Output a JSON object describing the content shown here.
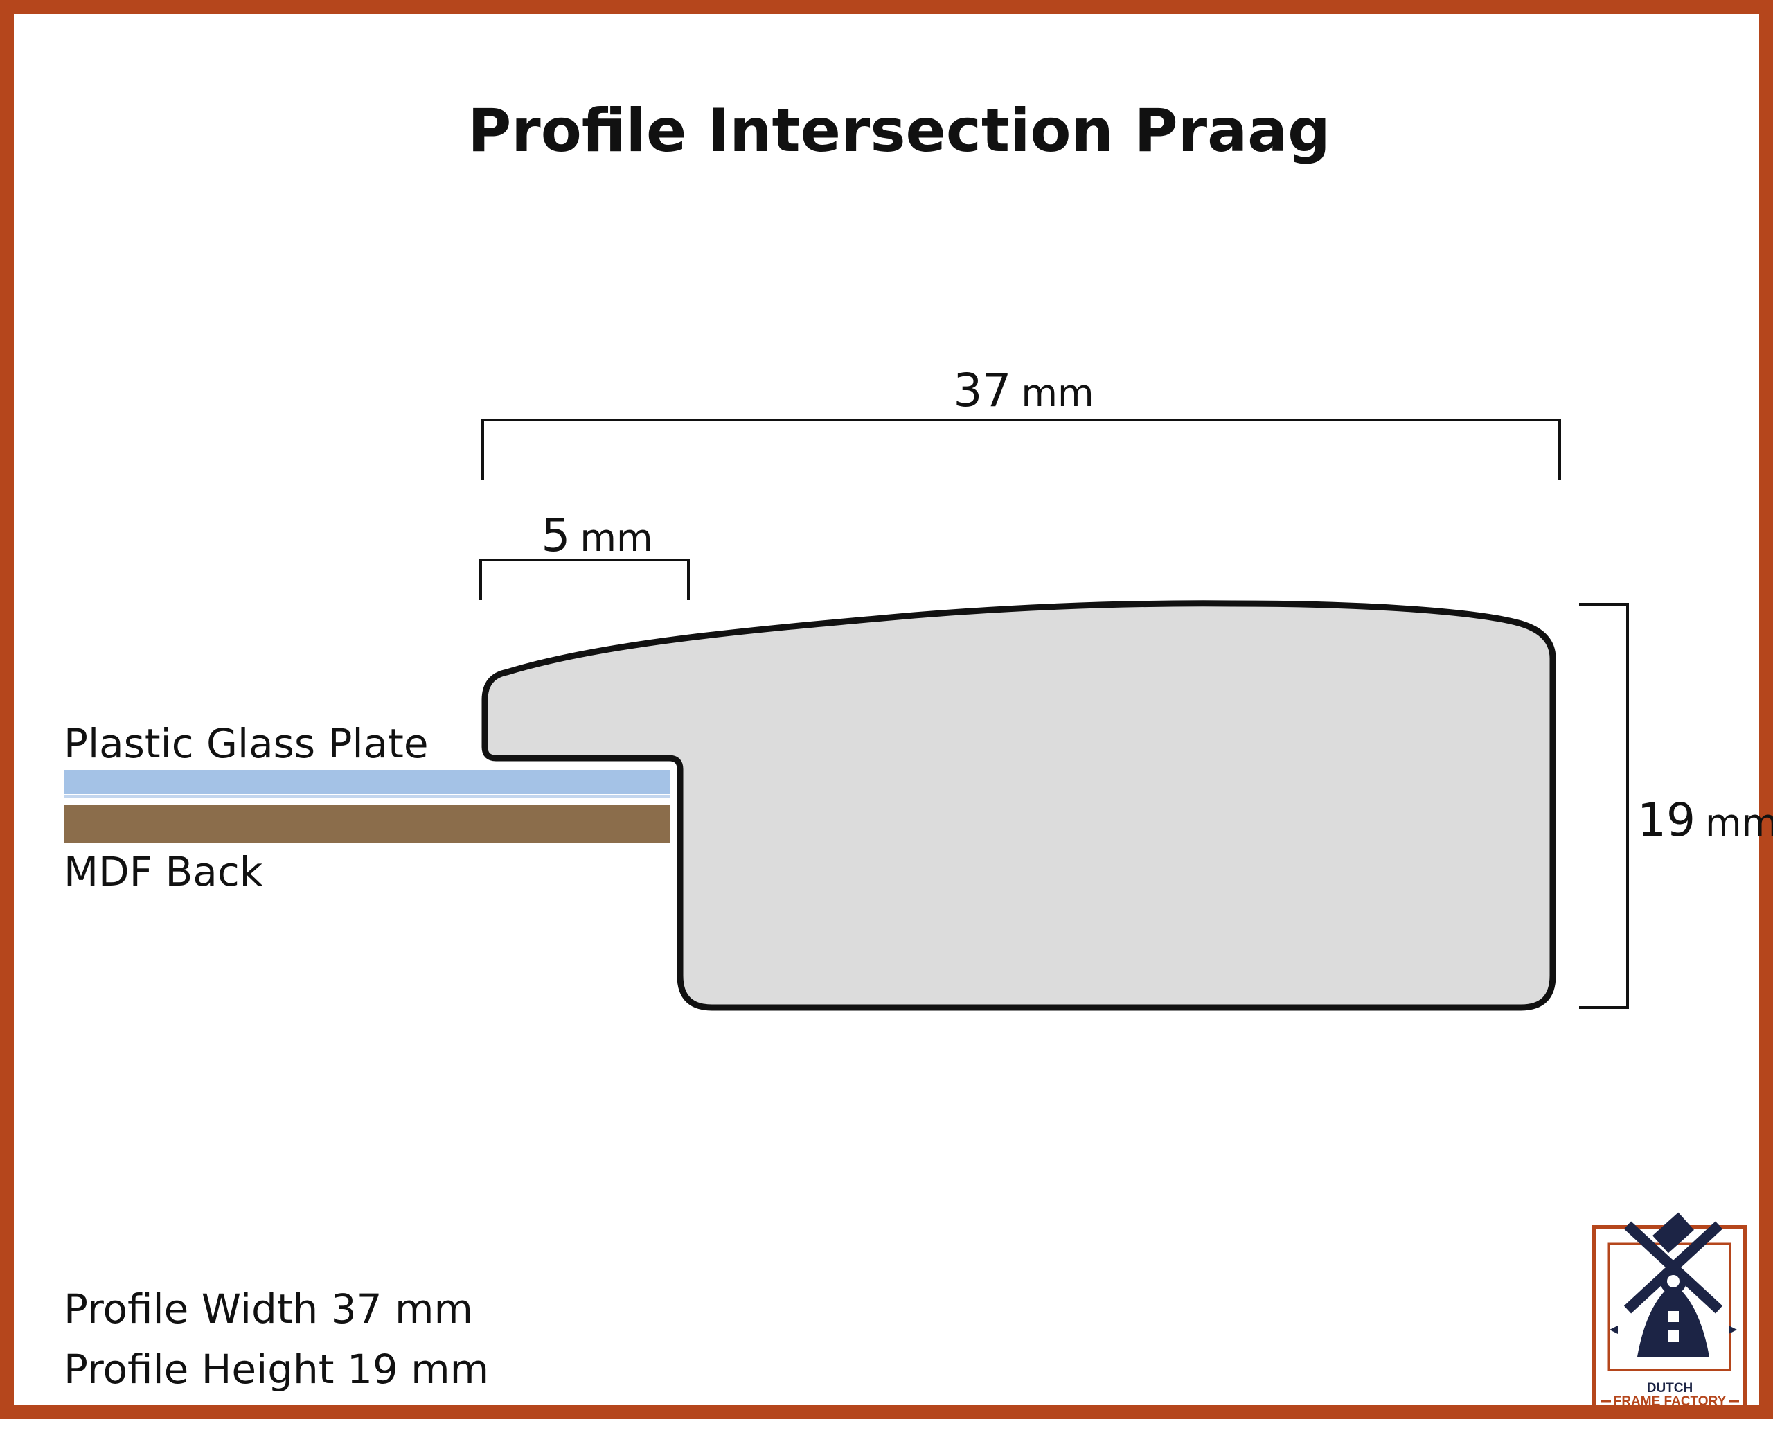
{
  "title": "Profile Intersection Praag",
  "dimensions": {
    "width": {
      "value": "37",
      "unit": "mm"
    },
    "rebate": {
      "value": "5",
      "unit": "mm"
    },
    "height": {
      "value": "19",
      "unit": "mm"
    }
  },
  "labels": {
    "glass": "Plastic Glass Plate",
    "back": "MDF Back"
  },
  "summary": {
    "width": "Profile Width 37 mm",
    "height": "Profile Height 19 mm"
  },
  "logo": {
    "line1": "DUTCH",
    "line2": "FRAME FACTORY"
  },
  "colors": {
    "border": "#b5461c",
    "profile_fill": "#dcdcdc",
    "glass": "#a4c2e6",
    "mdf": "#8b6d4b",
    "logo_navy": "#1c2445",
    "logo_accent": "#b5461c"
  }
}
